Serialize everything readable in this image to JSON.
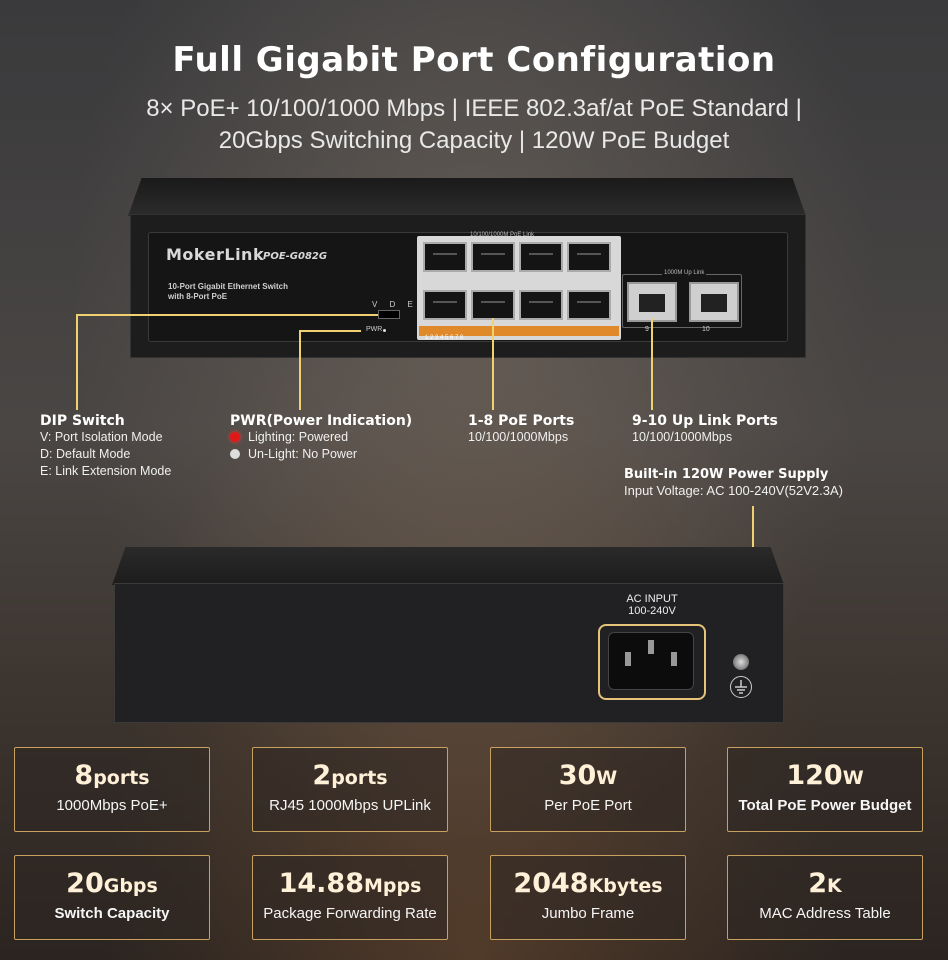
{
  "heading": {
    "title": "Full Gigabit Port Configuration",
    "subtitle_line1": "8× PoE+ 10/100/1000 Mbps | IEEE 802.3af/at PoE Standard |",
    "subtitle_line2": "20Gbps Switching Capacity | 120W PoE Budget"
  },
  "front_panel": {
    "brand": "MokerLink",
    "model": "POE-G082G",
    "description_line1": "10-Port Gigabit Ethernet Switch",
    "description_line2": "with 8-Port PoE",
    "dip_letters": "V D E",
    "pwr_label": "PWR",
    "poe_ports_label": "10/100/1000M PoE Link",
    "port_strip": "1 2 3 4 5 6 7 8",
    "uplink_label": "1000M Up Link",
    "uplink_port_9": "9",
    "uplink_port_10": "10"
  },
  "callouts": {
    "dip": {
      "title": "DIP Switch",
      "lines": [
        "V: Port Isolation Mode",
        "D: Default Mode",
        "E: Link Extension Mode"
      ]
    },
    "pwr": {
      "title": "PWR(Power Indication)",
      "lit": "Lighting: Powered",
      "unlit": "Un-Light: No Power"
    },
    "poe_ports": {
      "title": "1-8 PoE Ports",
      "speed": "10/100/1000Mbps"
    },
    "uplink_ports": {
      "title": "9-10 Up Link Ports",
      "speed": "10/100/1000Mbps"
    },
    "power_supply": {
      "title": "Built-in 120W Power Supply",
      "input": "Input Voltage: AC 100-240V(52V2.3A)"
    }
  },
  "back_panel": {
    "ac_input_line1": "AC INPUT",
    "ac_input_line2": "100-240V"
  },
  "specs": [
    {
      "value": "8",
      "unit": "ports",
      "label": "1000Mbps PoE+",
      "bold_label": false
    },
    {
      "value": "2",
      "unit": "ports",
      "label": "RJ45 1000Mbps UPLink",
      "bold_label": false
    },
    {
      "value": "30",
      "unit": "W",
      "label": "Per PoE Port",
      "bold_label": false
    },
    {
      "value": "120",
      "unit": "W",
      "label": "Total PoE Power Budget",
      "bold_label": true
    },
    {
      "value": "20",
      "unit": "Gbps",
      "label": "Switch Capacity",
      "bold_label": true
    },
    {
      "value": "14.88",
      "unit": "Mpps",
      "label": "Package Forwarding Rate",
      "bold_label": false
    },
    {
      "value": "2048",
      "unit": "Kbytes",
      "label": "Jumbo Frame",
      "bold_label": false
    },
    {
      "value": "2",
      "unit": "K",
      "label": "MAC Address Table",
      "bold_label": false
    }
  ],
  "colors": {
    "accent_gold": "#c7a15d",
    "callout_line": "#f0d070",
    "poe_strip": "#e0892a",
    "pwr_lit": "#e01818"
  }
}
